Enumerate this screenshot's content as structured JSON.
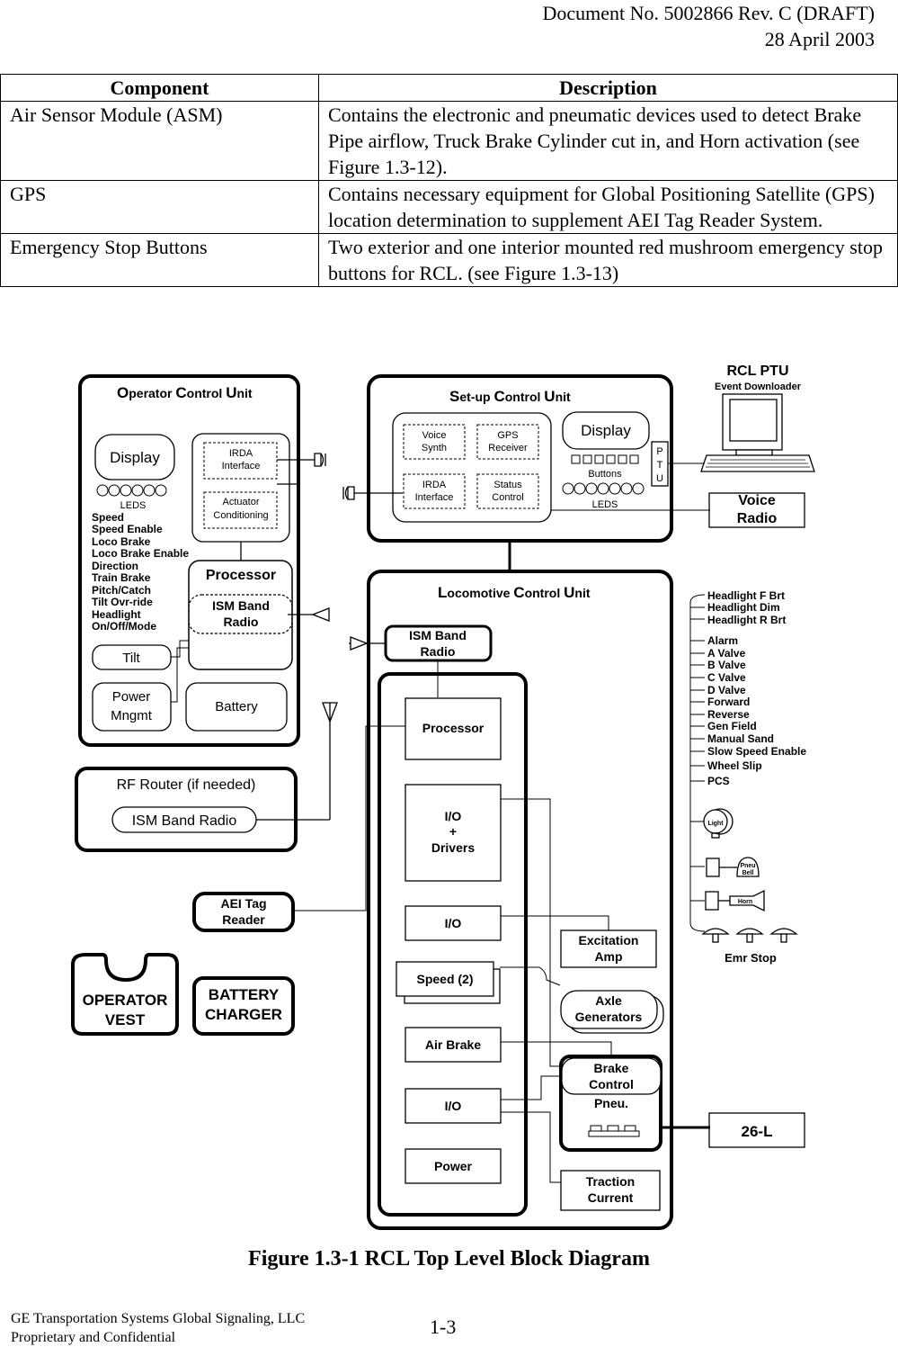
{
  "header": {
    "doc_no": "Document No. 5002866 Rev. C (DRAFT)",
    "date": "28 April 2003"
  },
  "table": {
    "headers": [
      "Component",
      "Description"
    ],
    "rows": [
      {
        "component": "Air Sensor Module (ASM)",
        "description": "Contains the electronic and pneumatic devices used to detect Brake Pipe airflow, Truck Brake Cylinder cut in, and Horn activation (see Figure 1.3-12)."
      },
      {
        "component": "GPS",
        "description": "Contains necessary equipment for Global Positioning Satellite (GPS) location determination to supplement AEI Tag Reader System."
      },
      {
        "component": "Emergency Stop Buttons",
        "description": "Two exterior and one interior mounted red mushroom emergency stop buttons for RCL. (see Figure 1.3-13)"
      }
    ]
  },
  "diagram": {
    "ocu": {
      "title_O": "O",
      "title_1": "perator ",
      "title_C": "C",
      "title_2": "ontrol ",
      "title_U": "U",
      "title_3": "nit",
      "display": "Display",
      "irda": [
        "IRDA",
        "Interface"
      ],
      "actuator": [
        "Actuator",
        "Conditioning"
      ],
      "leds": "LEDS",
      "inputs": [
        "Speed",
        "Speed Enable",
        "Loco Brake",
        "Loco Brake Enable",
        "Direction",
        "Train Brake",
        "Pitch/Catch",
        "Tilt Ovr-ride",
        "Headlight",
        "On/Off/Mode"
      ],
      "processor": "Processor",
      "ism": [
        "ISM Band",
        "Radio"
      ],
      "tilt": "Tilt",
      "power": [
        "Power",
        "Mngmt"
      ],
      "battery": "Battery"
    },
    "scu": {
      "title_S": "S",
      "title_1": "et-up ",
      "title_C": "C",
      "title_2": "ontrol ",
      "title_U": "U",
      "title_3": "nit",
      "voice": [
        "Voice",
        "Synth"
      ],
      "gps": [
        "GPS",
        "Receiver"
      ],
      "irda": [
        "IRDA",
        "Interface"
      ],
      "status": [
        "Status",
        "Control"
      ],
      "display": "Display",
      "buttons": "Buttons",
      "leds": "LEDS",
      "ptu": [
        "P",
        "T",
        "U"
      ]
    },
    "rcl_ptu": {
      "title": "RCL PTU",
      "subtitle": "Event Downloader"
    },
    "voice_radio": [
      "Voice",
      "Radio"
    ],
    "lcu": {
      "title_L": "L",
      "title_1": "ocomotive ",
      "title_C": "C",
      "title_2": "ontrol ",
      "title_U": "U",
      "title_3": "nit",
      "ism": [
        "ISM Band",
        "Radio"
      ],
      "processor": "Processor",
      "io_drivers": [
        "I/O",
        "+",
        "Drivers"
      ],
      "io1": "I/O",
      "speed": "Speed (2)",
      "air_brake": "Air Brake",
      "io2": "I/O",
      "power": "Power",
      "excitation": [
        "Excitation",
        "Amp"
      ],
      "axle": [
        "Axle",
        "Generators"
      ],
      "brake": [
        "Brake",
        "Control"
      ],
      "pneu": "Pneu.",
      "traction": [
        "Traction",
        "Current"
      ]
    },
    "outputs": [
      "Headlight F Brt",
      "Headlight Dim",
      "Headlight R Brt",
      "Alarm",
      "A Valve",
      "B Valve",
      "C Valve",
      "D Valve",
      "Forward",
      "Reverse",
      "Gen Field",
      "Manual Sand",
      "Slow Speed Enable",
      "Wheel Slip",
      "PCS"
    ],
    "icons": {
      "light": "Light",
      "bell": [
        "Pneu",
        "Bell"
      ],
      "horn": "Horn",
      "emr_stop": "Emr Stop"
    },
    "rf_router": {
      "title": "RF Router (if needed)",
      "ism": "ISM Band Radio"
    },
    "aei": [
      "AEI Tag",
      "Reader"
    ],
    "vest": [
      "OPERATOR",
      "VEST"
    ],
    "charger": [
      "BATTERY",
      "CHARGER"
    ],
    "l26": "26-L"
  },
  "caption": "Figure 1.3-1  RCL Top Level Block Diagram",
  "footer": {
    "line1": "GE Transportation Systems Global Signaling, LLC",
    "line2": "Proprietary and Confidential",
    "page": "1-3"
  }
}
